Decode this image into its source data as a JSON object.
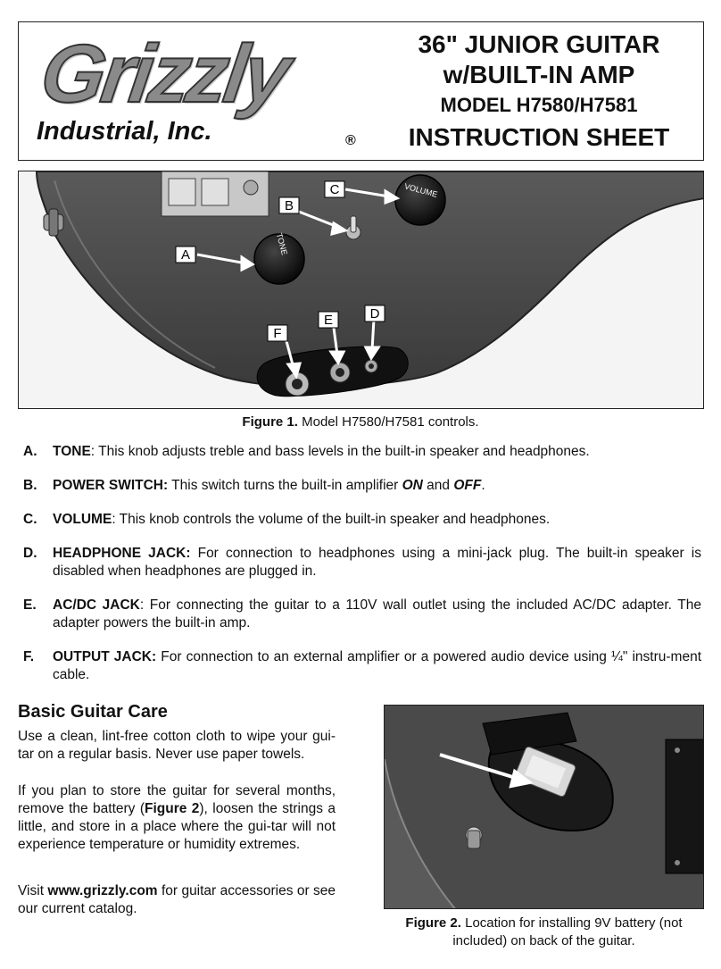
{
  "header": {
    "logo_word": "Grizzly",
    "logo_sub": "Industrial, Inc.",
    "logo_reg": "®",
    "title_line1": "36\" JUNIOR GUITAR",
    "title_line2": "w/BUILT-IN AMP",
    "title_line3": "MODEL H7580/H7581",
    "title_line4": "INSTRUCTION SHEET"
  },
  "figure1": {
    "callouts": [
      "A",
      "B",
      "C",
      "D",
      "E",
      "F"
    ],
    "knob_tone": "TONE",
    "knob_volume": "VOLUME",
    "caption_label": "Figure 1.",
    "caption_text": " Model H7580/H7581 controls."
  },
  "items": [
    {
      "letter": "A.",
      "term": "TONE",
      "sep": ":",
      "text": " This knob adjusts treble and bass levels in the built-in speaker and headphones."
    },
    {
      "letter": "B.",
      "term": "POWER SWITCH:",
      "text_a": " This switch turns the built-in amplifier ",
      "on": "ON",
      "text_b": " and ",
      "off": "OFF",
      "text_c": "."
    },
    {
      "letter": "C.",
      "term": "VOLUME",
      "sep": ":",
      "text": " This knob controls the volume of the built-in speaker and headphones."
    },
    {
      "letter": "D.",
      "term": "HEADPHONE JACK:",
      "text": " For connection to headphones using a mini-jack plug. The built-in speaker is disabled when headphones are plugged in."
    },
    {
      "letter": "E.",
      "term": "AC/DC JACK",
      "sep": ":",
      "text": " For connecting the guitar to a 110V wall outlet using the included AC/DC adapter. The adapter powers the built-in amp."
    },
    {
      "letter": "F.",
      "term": "OUTPUT JACK:",
      "text": " For connection to an external amplifier or a powered audio device using ¼\" instru-ment cable."
    }
  ],
  "care": {
    "heading": "Basic Guitar Care",
    "p1": "Use a clean, lint-free cotton cloth to wipe your gui-tar on a regular basis. Never use paper towels.",
    "p2_a": "If you plan to store the guitar for several months, remove the battery (",
    "p2_ref": "Figure 2",
    "p2_b": "), loosen the strings a little, and store in a place where the gui-tar will not experience temperature or humidity extremes.",
    "p3_a": "Visit ",
    "p3_link": "www.grizzly.com",
    "p3_b": " for guitar accessories or see our current catalog."
  },
  "figure2": {
    "caption_label": "Figure 2.",
    "caption_text": " Location for installing 9V battery (not included) on back of the guitar."
  }
}
